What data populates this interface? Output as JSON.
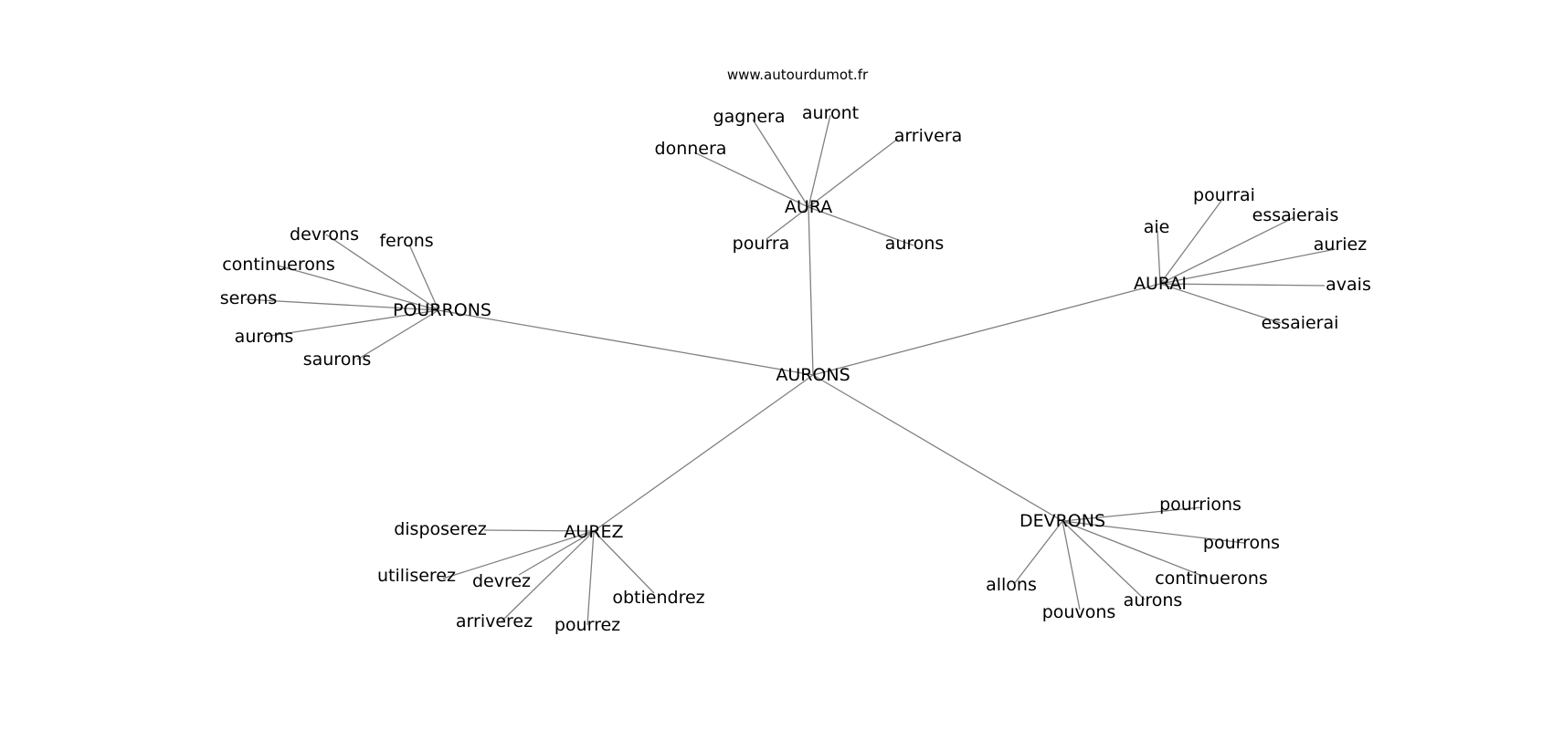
{
  "site": "www.autourdumot.fr",
  "center": "AURONS",
  "clusters": [
    {
      "label": "AURA",
      "words": [
        "donnera",
        "gagnera",
        "auront",
        "arrivera",
        "pourra",
        "aurons"
      ]
    },
    {
      "label": "POURRONS",
      "words": [
        "devrons",
        "ferons",
        "continuerons",
        "serons",
        "aurons",
        "saurons"
      ]
    },
    {
      "label": "AURAI",
      "words": [
        "aie",
        "pourrai",
        "essaierais",
        "auriez",
        "avais",
        "essaierai"
      ]
    },
    {
      "label": "AUREZ",
      "words": [
        "disposerez",
        "utiliserez",
        "devrez",
        "arriverez",
        "pourrez",
        "obtiendrez"
      ]
    },
    {
      "label": "DEVRONS",
      "words": [
        "pourrions",
        "pourrons",
        "continuerons",
        "aurons",
        "pouvons",
        "allons"
      ]
    }
  ],
  "colors": {
    "edge": "#808080",
    "text": "#000000",
    "background": "#ffffff"
  }
}
